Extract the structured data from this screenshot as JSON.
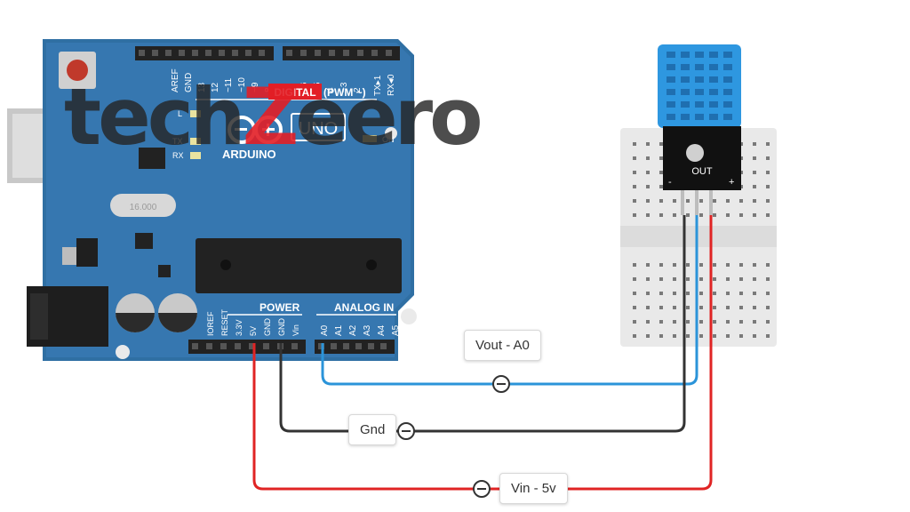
{
  "watermark": {
    "prefix": "tech",
    "accent": "Z",
    "suffix": "eero"
  },
  "board": {
    "digital_header": [
      "AREF",
      "GND",
      "13",
      "12",
      "~11",
      "~10",
      "~9",
      "8",
      "7",
      "~6",
      "~5",
      "4",
      "~3",
      "2",
      "TX▸1",
      "RX◂0"
    ],
    "digital_label": "DIGITAL",
    "pwm_label": "(PWM ~)",
    "uno_label": "UNO",
    "arduino_label": "ARDUINO",
    "led_labels": [
      "L",
      "TX",
      "RX"
    ],
    "on_label": "ON",
    "crystal_label": "16.000",
    "power_title": "POWER",
    "analog_title": "ANALOG IN",
    "power_pins": [
      "IOREF",
      "RESET",
      "3.3V",
      "5V",
      "GND",
      "GND",
      "Vin"
    ],
    "analog_pins": [
      "A0",
      "A1",
      "A2",
      "A3",
      "A4",
      "A5"
    ]
  },
  "sensor": {
    "pcb_text": "OUT",
    "pin_marks": [
      "-",
      "+"
    ]
  },
  "wires": [
    {
      "label": "Vout - A0",
      "color": "#2b94d9"
    },
    {
      "label": "Gnd",
      "color": "#333333"
    },
    {
      "label": "Vin - 5v",
      "color": "#e02424"
    }
  ]
}
